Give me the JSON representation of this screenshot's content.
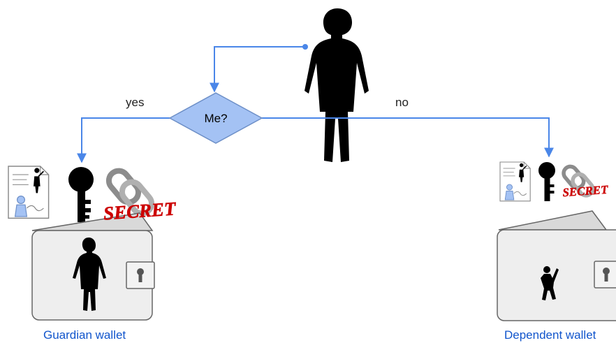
{
  "colors": {
    "flow": "#4a86e8",
    "decision_fill": "#a4c2f4",
    "wallet_label": "#1155cc",
    "secret_text": "#cc0000",
    "wallet_body": "#eeeeee",
    "wallet_stroke": "#666666",
    "silhouette": "#000000"
  },
  "decision": {
    "label": "Me?"
  },
  "edges": {
    "yes": "yes",
    "no": "no"
  },
  "stamps": {
    "secret": "SECRET"
  },
  "wallets": {
    "guardian": {
      "label": "Guardian wallet",
      "icon": "adult-silhouette-icon"
    },
    "dependent": {
      "label": "Dependent wallet",
      "icon": "child-silhouette-icon"
    }
  },
  "icons": [
    "woman-silhouette-icon",
    "document-icon",
    "key-icon",
    "chain-link-icon",
    "keyhole-icon"
  ]
}
